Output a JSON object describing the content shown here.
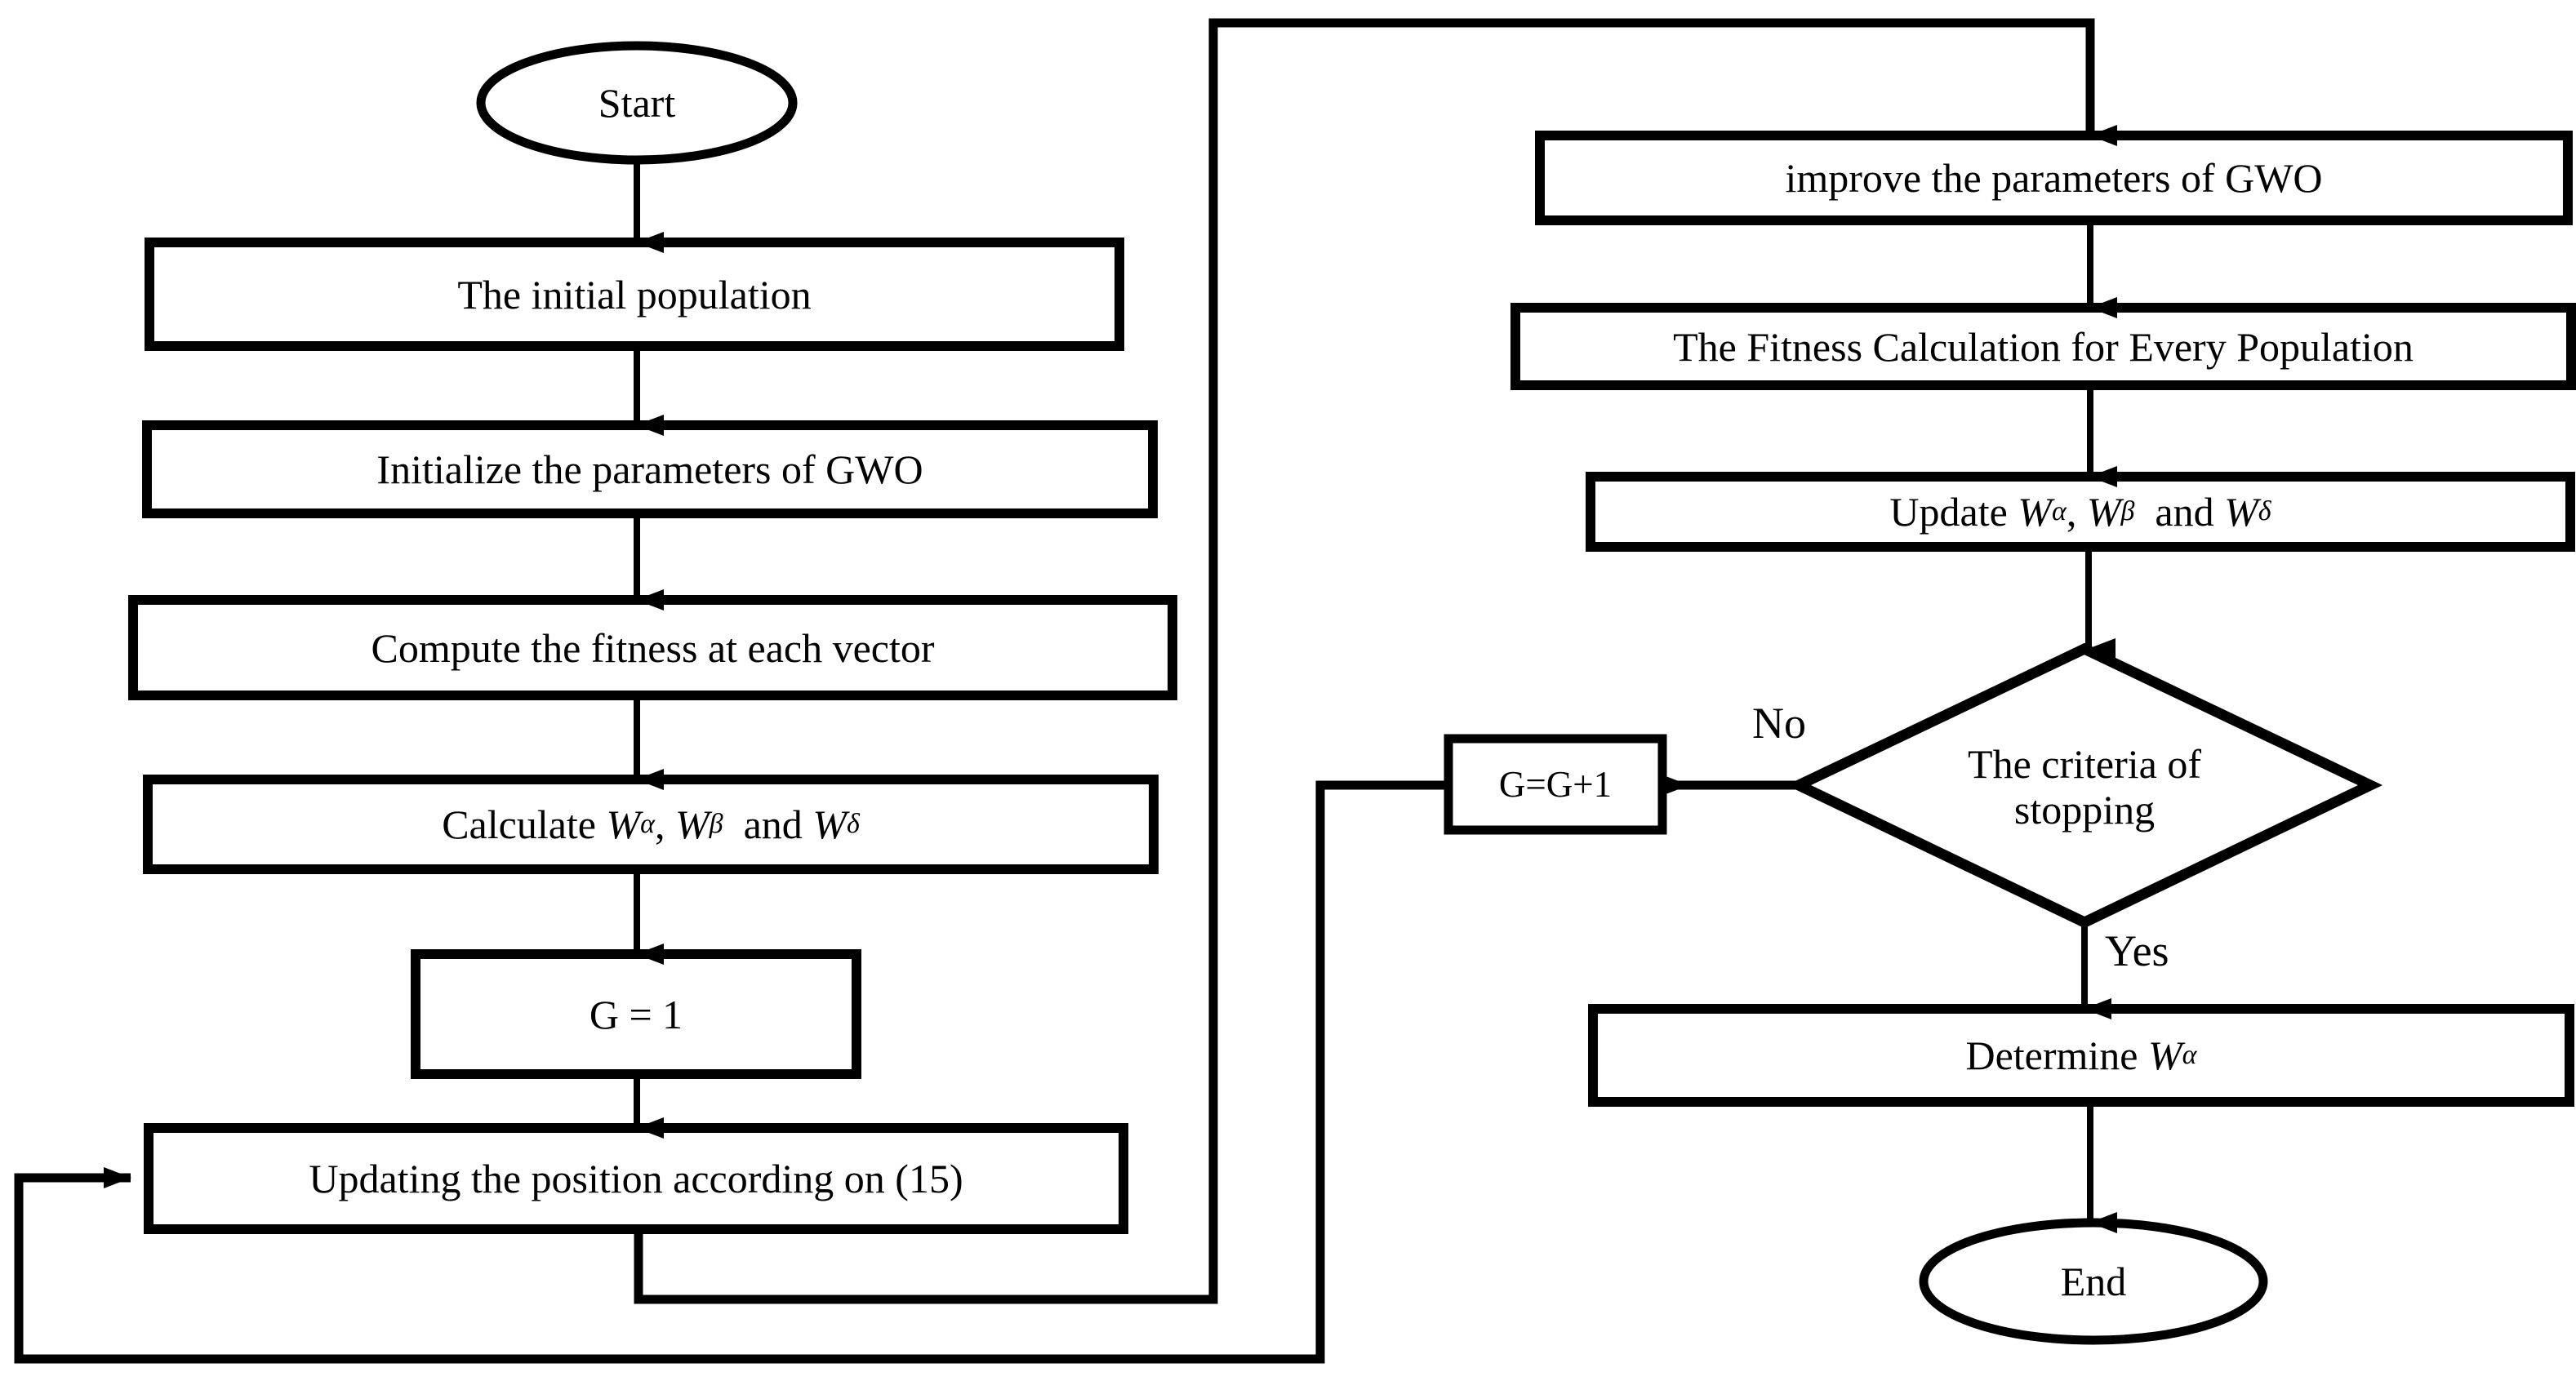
{
  "diagram": {
    "type": "flowchart",
    "title": "GWO optimization flowchart",
    "orientation": "two-column, left column top-to-bottom then right column",
    "stroke_color": "#000000",
    "fill_color": "#ffffff",
    "background": "#ffffff"
  },
  "nodes": {
    "start": {
      "shape": "ellipse",
      "label": "Start"
    },
    "initial_population": {
      "shape": "process",
      "label": "The initial population"
    },
    "initialize_params": {
      "shape": "process",
      "label": "Initialize the parameters of GWO"
    },
    "compute_fitness": {
      "shape": "process",
      "label": "Compute the fitness at each vector"
    },
    "calculate_w": {
      "shape": "process",
      "label": "Calculate Wα, Wβ and Wδ",
      "label_prefix": "Calculate ",
      "w1": "W",
      "sub1": "α",
      "sep1": ", ",
      "w2": "W",
      "sub2": "β",
      "sep2": "  and ",
      "w3": "W",
      "sub3": "δ"
    },
    "g_init": {
      "shape": "process",
      "label": "G = 1"
    },
    "updating_position": {
      "shape": "process",
      "label": "Updating the position according on (15)"
    },
    "improve_params": {
      "shape": "process",
      "label": "improve the parameters of GWO"
    },
    "fitness_every_population": {
      "shape": "process",
      "label": "The Fitness Calculation for Every Population"
    },
    "update_w": {
      "shape": "process",
      "label": "Update Wα, Wβ and Wδ",
      "label_prefix": "Update ",
      "w1": "W",
      "sub1": "α",
      "sep1": ", ",
      "w2": "W",
      "sub2": "β",
      "sep2": "  and ",
      "w3": "W",
      "sub3": "δ"
    },
    "criteria": {
      "shape": "decision",
      "label": "The criteria of\nstopping",
      "line1": "The criteria of",
      "line2": "stopping"
    },
    "g_increment": {
      "shape": "process",
      "label": "G=G+1"
    },
    "determine_w": {
      "shape": "process",
      "label": "Determine Wα",
      "label_prefix": "Determine ",
      "w1": "W",
      "sub1": "α"
    },
    "end": {
      "shape": "ellipse",
      "label": "End"
    }
  },
  "edge_labels": {
    "no": "No",
    "yes": "Yes"
  },
  "edges": [
    {
      "from": "start",
      "to": "initial_population",
      "label": ""
    },
    {
      "from": "initial_population",
      "to": "initialize_params",
      "label": ""
    },
    {
      "from": "initialize_params",
      "to": "compute_fitness",
      "label": ""
    },
    {
      "from": "compute_fitness",
      "to": "calculate_w",
      "label": ""
    },
    {
      "from": "calculate_w",
      "to": "g_init",
      "label": ""
    },
    {
      "from": "g_init",
      "to": "updating_position",
      "label": ""
    },
    {
      "from": "updating_position",
      "to": "improve_params",
      "label": ""
    },
    {
      "from": "improve_params",
      "to": "fitness_every_population",
      "label": ""
    },
    {
      "from": "fitness_every_population",
      "to": "update_w",
      "label": ""
    },
    {
      "from": "update_w",
      "to": "criteria",
      "label": ""
    },
    {
      "from": "criteria",
      "to": "g_increment",
      "label": "No"
    },
    {
      "from": "criteria",
      "to": "determine_w",
      "label": "Yes"
    },
    {
      "from": "determine_w",
      "to": "end",
      "label": ""
    },
    {
      "from": "g_increment",
      "to": "updating_position",
      "label": ""
    }
  ]
}
